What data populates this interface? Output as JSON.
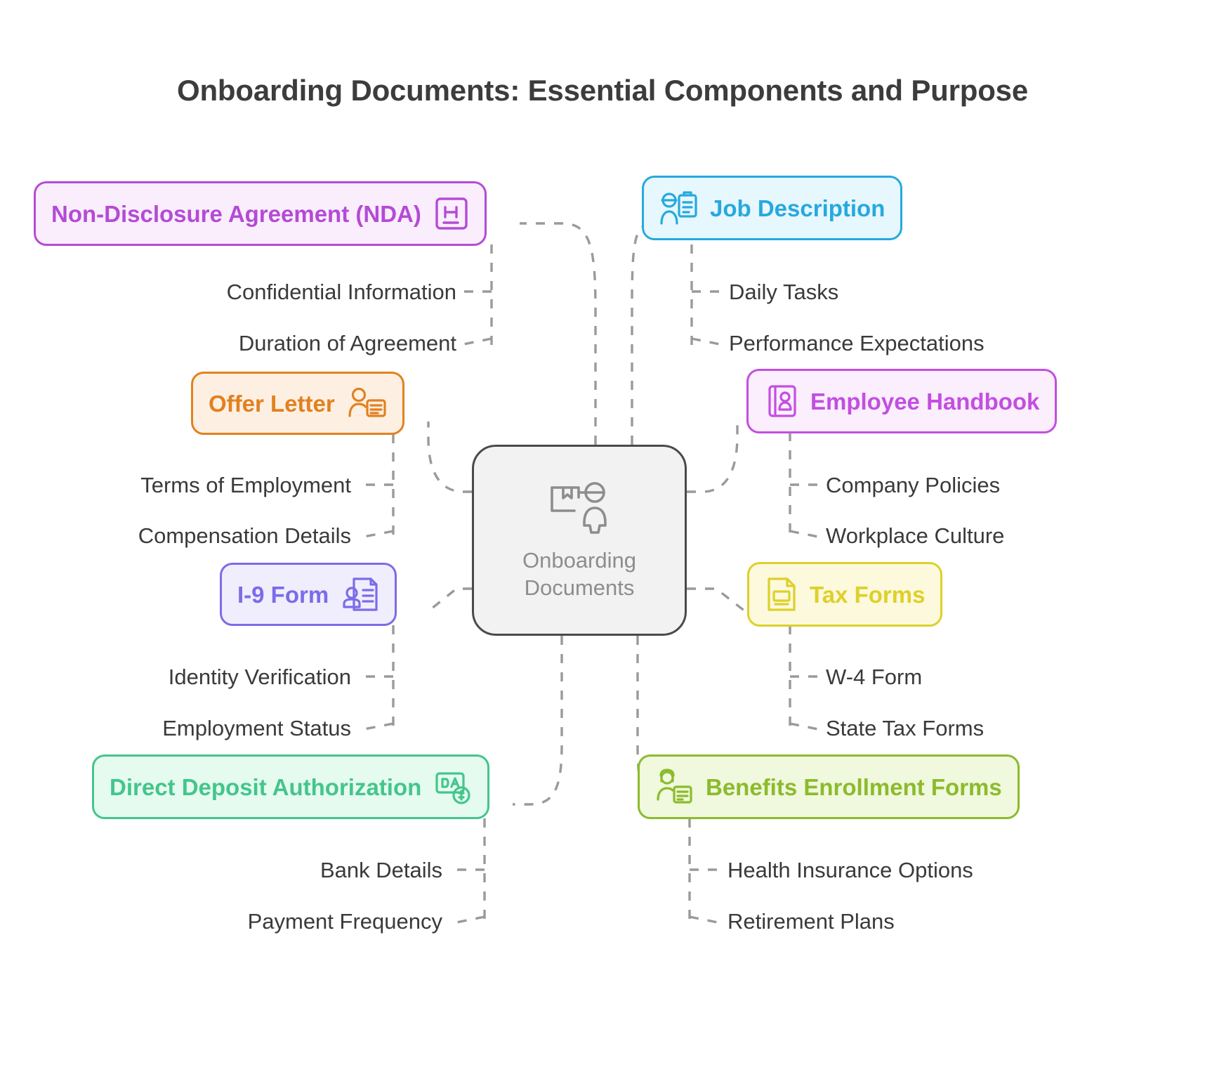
{
  "title": "Onboarding Documents: Essential Components and Purpose",
  "center": {
    "line1": "Onboarding",
    "line2": "Documents",
    "icon": "package-person-icon",
    "border_color": "#4a4a4a",
    "fill_color": "#f2f2f2",
    "text_color": "#8d8d8d"
  },
  "connector_color": "#9a9a9a",
  "branches": [
    {
      "id": "nda",
      "label": "Non-Disclosure Agreement (NDA)",
      "icon": "signature-document-icon",
      "color": "#b44bd6",
      "fill": "#faeefc",
      "side": "left",
      "children": [
        "Confidential Information",
        "Duration of Agreement"
      ]
    },
    {
      "id": "offer-letter",
      "label": "Offer Letter",
      "icon": "person-document-icon",
      "color": "#e2811f",
      "fill": "#fdf0e3",
      "side": "left",
      "children": [
        "Terms of Employment",
        "Compensation Details"
      ]
    },
    {
      "id": "i9-form",
      "label": "I-9 Form",
      "icon": "stamped-document-icon",
      "color": "#7b6ce8",
      "fill": "#f0eefd",
      "side": "left",
      "children": [
        "Identity Verification",
        "Employment Status"
      ]
    },
    {
      "id": "direct-deposit",
      "label": "Direct Deposit Authorization",
      "icon": "money-card-icon",
      "color": "#44c58c",
      "fill": "#e5fbef",
      "side": "left",
      "children": [
        "Bank Details",
        "Payment Frequency"
      ]
    },
    {
      "id": "job-description",
      "label": "Job Description",
      "icon": "person-clipboard-icon",
      "color": "#26a9de",
      "fill": "#e6f7fd",
      "side": "right",
      "children": [
        "Daily Tasks",
        "Performance Expectations"
      ]
    },
    {
      "id": "employee-handbook",
      "label": "Employee Handbook",
      "icon": "book-badge-icon",
      "color": "#c24fe0",
      "fill": "#fbeefd",
      "side": "right",
      "children": [
        "Company Policies",
        "Workplace Culture"
      ]
    },
    {
      "id": "tax-forms",
      "label": "Tax Forms",
      "icon": "tax-document-icon",
      "color": "#ded029",
      "fill": "#fcf9dd",
      "side": "right",
      "children": [
        "W-4 Form",
        "State Tax Forms"
      ]
    },
    {
      "id": "benefits-enrollment",
      "label": "Benefits Enrollment Forms",
      "icon": "person-form-icon",
      "color": "#8cbb2c",
      "fill": "#f0f8dd",
      "side": "right",
      "children": [
        "Health Insurance Options",
        "Retirement Plans"
      ]
    }
  ]
}
